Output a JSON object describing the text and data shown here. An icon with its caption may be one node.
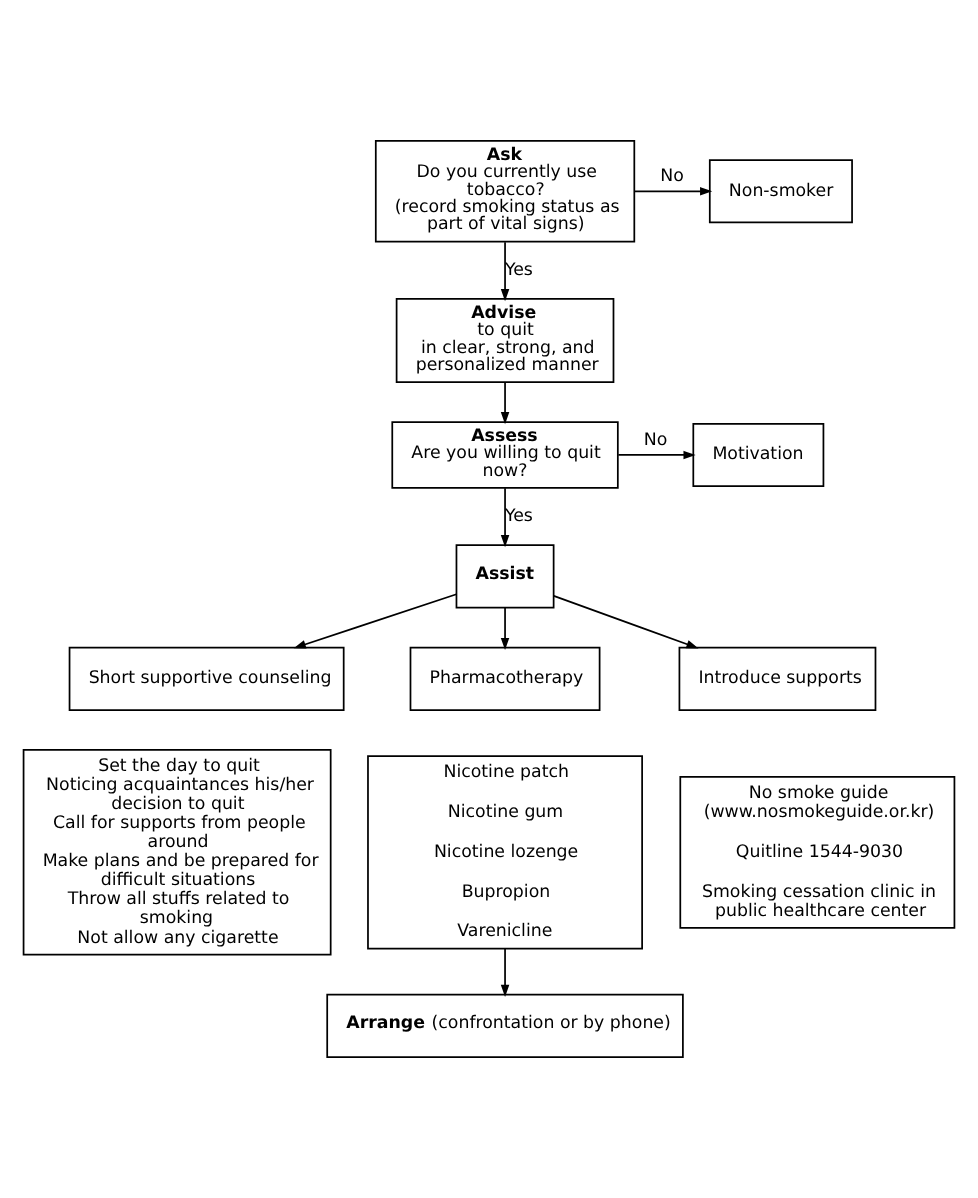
{
  "diagram": {
    "nodes": [
      {
        "text": [
          "Ask",
          "Do you currently use tobacco?",
          "(record smoking status as part of vital signs)"
        ]
      },
      {
        "text": [
          "Non-smoker"
        ]
      },
      {
        "text": [
          "Advise",
          "to quit",
          "in clear, strong, and personalized manner"
        ]
      },
      {
        "text": [
          "Assess",
          "Are you willing to quit now?"
        ]
      },
      {
        "text": [
          "Motivation"
        ]
      },
      {
        "text": [
          "Assist"
        ]
      },
      {
        "text": [
          "Short supportive counseling"
        ]
      },
      {
        "text": [
          "Pharmacotherapy"
        ]
      },
      {
        "text": [
          "Introduce supports"
        ]
      },
      {
        "text": [
          "Set the day to quit",
          "Noticing acquaintances his/her decision to quit",
          "Call for supports from people around",
          "Make plans and be prepared for difficult situations",
          "Throw all stuffs related to smoking",
          "Not allow any cigarette"
        ]
      },
      {
        "text": [
          "Nicotine patch",
          "Nicotine gum",
          "Nicotine lozenge",
          "Bupropion",
          "Varenicline"
        ]
      },
      {
        "text": [
          "No smoke guide (www.nosmokeguide.or.kr)",
          "Quitline 1544-9030",
          "Smoking cessation clinic in public healthcare center"
        ]
      },
      {
        "text": [
          "**Arrange** (confrontation or by phone)"
        ]
      }
    ],
    "edges": [
      {
        "from": 0,
        "to": 1,
        "arrow": "to",
        "label": "No"
      },
      {
        "from": 0,
        "to": 2,
        "arrow": "to",
        "label": "Yes"
      },
      {
        "from": 2,
        "to": 3,
        "arrow": "to"
      },
      {
        "from": 3,
        "to": 4,
        "arrow": "to",
        "label": "No"
      },
      {
        "from": 3,
        "to": 5,
        "arrow": "to",
        "label": "Yes"
      },
      {
        "from": 5,
        "to": 6,
        "arrow": "to"
      },
      {
        "from": 5,
        "to": 7,
        "arrow": "to"
      },
      {
        "from": 5,
        "to": 8,
        "arrow": "to"
      },
      {
        "from": 10,
        "to": 12,
        "arrow": "to"
      }
    ]
  }
}
